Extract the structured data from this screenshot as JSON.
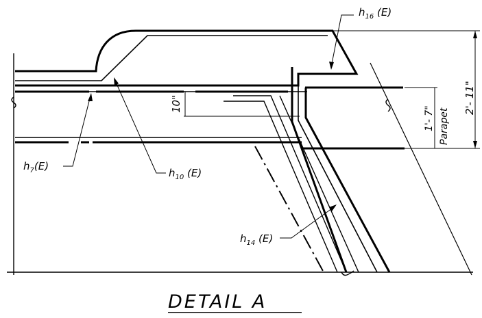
{
  "title": "DETAIL A",
  "labels": {
    "h16": {
      "base": "h",
      "sub": "16",
      "tail": " (E)"
    },
    "h7": {
      "base": "h",
      "sub": "7",
      "tail": "(E)"
    },
    "h10": {
      "base": "h",
      "sub": "10",
      "tail": " (E)"
    },
    "h14": {
      "base": "h",
      "sub": "14",
      "tail": " (E)"
    }
  },
  "dims": {
    "ten_in": "10\"",
    "one_seven": "1'- 7\"",
    "parapet": "Parapet",
    "two_eleven": "2'- 11\""
  }
}
